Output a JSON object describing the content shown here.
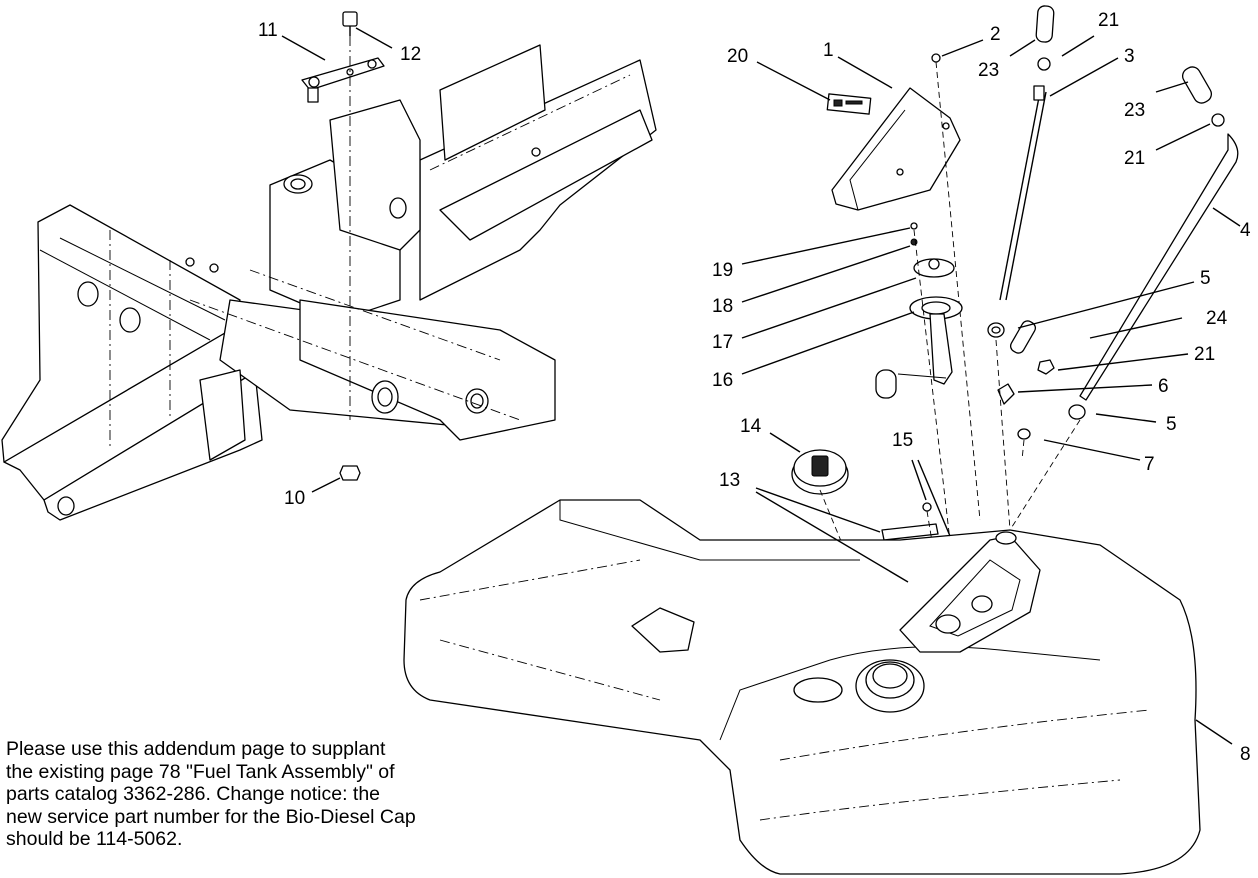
{
  "diagram": {
    "callouts": [
      "11",
      "12",
      "10",
      "20",
      "1",
      "2",
      "23",
      "21",
      "3",
      "23",
      "21",
      "4",
      "19",
      "18",
      "17",
      "16",
      "5",
      "24",
      "21",
      "6",
      "5",
      "7",
      "14",
      "15",
      "13",
      "8"
    ]
  },
  "note": {
    "lines": [
      "Please use this addendum page to supplant",
      "the existing page 78 \"Fuel Tank Assembly\" of",
      "parts catalog 3362-286. Change notice: the",
      "new service part number for the Bio-Diesel Cap",
      "should be 114-5062."
    ]
  }
}
